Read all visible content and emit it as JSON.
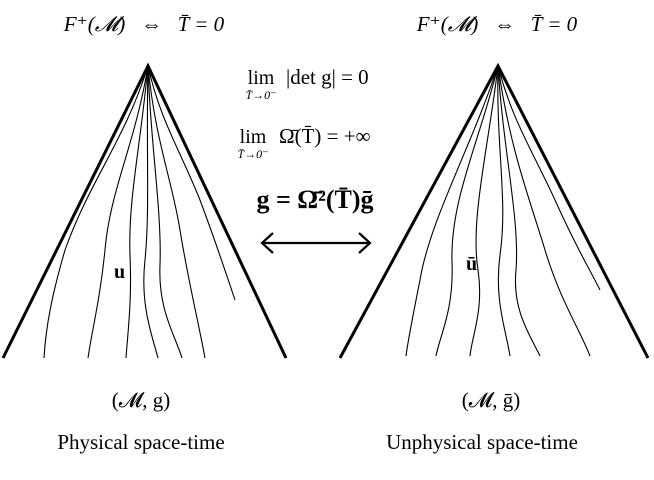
{
  "left_panel": {
    "header": "F⁺(𝓜)   ⇔   T̄ = 0",
    "vector_label": "u",
    "pair": "(𝓜, g)",
    "caption": "Physical space-time"
  },
  "right_panel": {
    "header": "F⁺(𝓜)   ⇔   T̄ = 0",
    "vector_label": "ū",
    "pair": "(𝓜, ḡ)",
    "caption": "Unphysical space-time"
  },
  "center": {
    "limit_det": {
      "lim": "lim",
      "sub": "T̄→0⁻",
      "expr": "|det g| = 0"
    },
    "limit_omega": {
      "lim": "lim",
      "sub": "T̄→0⁻",
      "expr": "Ω̄(T̄) = +∞"
    },
    "conformal_relation": "g = Ω̄²(T̄)ḡ",
    "arrow": "double-arrow"
  },
  "colors": {
    "ink": "#000000",
    "background": "#ffffff"
  }
}
